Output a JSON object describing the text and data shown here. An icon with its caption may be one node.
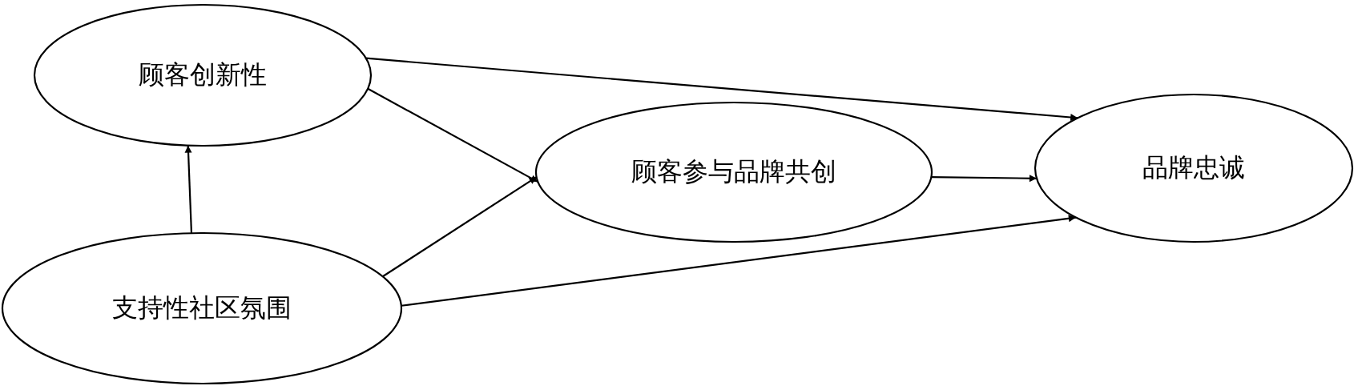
{
  "diagram": {
    "nodes": [
      {
        "text": [
          "顾客创新性"
        ]
      },
      {
        "text": [
          "支持性社区氛围"
        ]
      },
      {
        "text": [
          "顾客参与品牌共创"
        ]
      },
      {
        "text": [
          "品牌忠诚"
        ]
      }
    ],
    "edges": [
      {
        "from": 1,
        "to": 0,
        "arrow": "to"
      },
      {
        "from": 0,
        "to": 2,
        "arrow": "to"
      },
      {
        "from": 1,
        "to": 2,
        "arrow": "to"
      },
      {
        "from": 0,
        "to": 3,
        "arrow": "to"
      },
      {
        "from": 2,
        "to": 3,
        "arrow": "to"
      },
      {
        "from": 1,
        "to": 3,
        "arrow": "to"
      }
    ]
  }
}
